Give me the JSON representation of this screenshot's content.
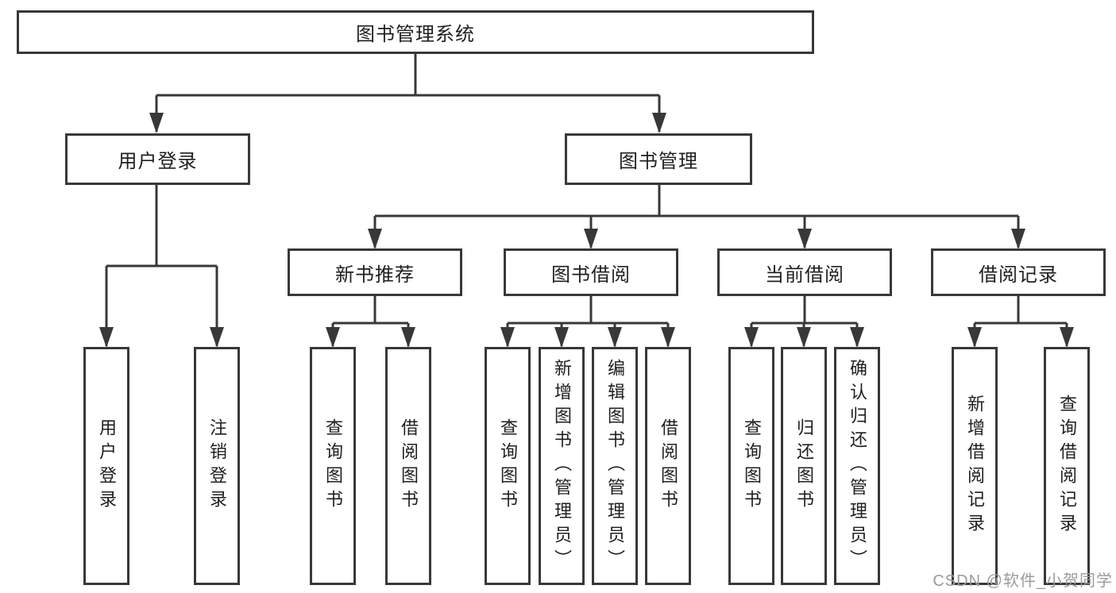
{
  "colors": {
    "line": "#383838",
    "box_border": "#383838",
    "text": "#1f1f1f",
    "watermark": "#9b9b9b",
    "background": "#ffffff"
  },
  "watermark": "CSDN @软件_小贺同学",
  "tree": {
    "root": {
      "label": "图书管理系统",
      "children": [
        {
          "label": "用户登录",
          "children": [
            {
              "label": "用户登录"
            },
            {
              "label": "注销登录"
            }
          ]
        },
        {
          "label": "图书管理",
          "children": [
            {
              "label": "新书推荐",
              "children": [
                {
                  "label": "查询图书"
                },
                {
                  "label": "借阅图书"
                }
              ]
            },
            {
              "label": "图书借阅",
              "children": [
                {
                  "label": "查询图书"
                },
                {
                  "label": "新增图书（管理员）"
                },
                {
                  "label": "编辑图书（管理员）"
                },
                {
                  "label": "借阅图书"
                }
              ]
            },
            {
              "label": "当前借阅",
              "children": [
                {
                  "label": "查询图书"
                },
                {
                  "label": "归还图书"
                },
                {
                  "label": "确认归还（管理员）"
                }
              ]
            },
            {
              "label": "借阅记录",
              "children": [
                {
                  "label": "新增借阅记录"
                },
                {
                  "label": "查询借阅记录"
                }
              ]
            }
          ]
        }
      ]
    }
  }
}
